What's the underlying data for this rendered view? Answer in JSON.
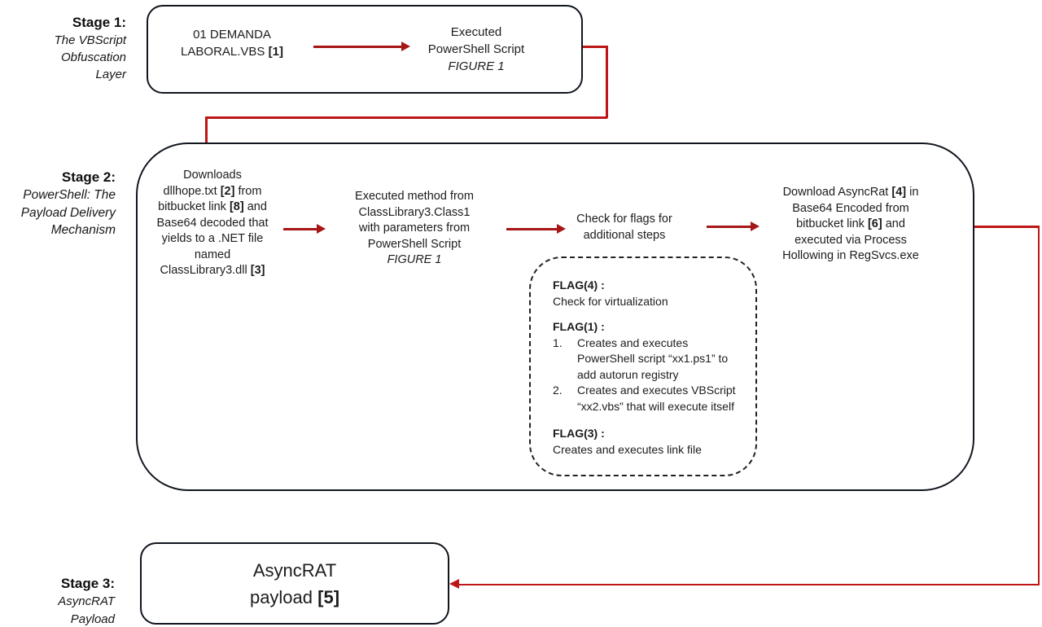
{
  "colors": {
    "background": "#ffffff",
    "box_border": "#10151e",
    "text": "#1c1c1c",
    "arrow_red": "#A61616",
    "connector_red": "#BD1616",
    "dashed_border": "#222222"
  },
  "stage1": {
    "label_title": "Stage 1:",
    "label_lines": [
      "The VBScript",
      "Obfuscation",
      "Layer"
    ],
    "vbs_node_lines": [
      "01 DEMANDA",
      "LABORAL.VBS **[1]**"
    ],
    "exec_node_lines": [
      "Executed",
      "PowerShell Script",
      "*FIGURE 1*"
    ]
  },
  "stage2": {
    "label_title": "Stage 2:",
    "label_lines": [
      "PowerShell: The",
      "Payload Delivery",
      "Mechanism"
    ],
    "download_node_lines": [
      "Downloads",
      "dllhope.txt **[2]** from",
      "bitbucket link **[8]** and",
      "Base64 decoded that",
      "yields to a .NET file",
      "named",
      "ClassLibrary3.dll **[3]**"
    ],
    "method_node_lines": [
      "Executed method from",
      "ClassLibrary3.Class1",
      "with parameters from",
      "PowerShell Script",
      "*FIGURE 1*"
    ],
    "flags_node_lines": [
      "Check for flags for",
      "additional steps"
    ],
    "asyncrat_node_lines": [
      "Download AsyncRat **[4]** in",
      "Base64 Encoded from",
      "bitbucket link **[6]** and",
      "executed via Process",
      "Hollowing in RegSvcs.exe"
    ],
    "flags_box": {
      "flag4_title": "FLAG(4) :",
      "flag4_desc": "Check for virtualization",
      "flag1_title": "FLAG(1) :",
      "flag1_items": [
        {
          "num": "1.",
          "text": "Creates and executes PowerShell script “xx1.ps1” to add autorun registry"
        },
        {
          "num": "2.",
          "text": "Creates and executes VBScript “xx2.vbs” that will execute itself"
        }
      ],
      "flag3_title": "FLAG(3) :",
      "flag3_desc": "Creates and executes link file"
    }
  },
  "stage3": {
    "label_title": "Stage 3:",
    "label_lines": [
      "AsyncRAT",
      "Payload"
    ],
    "payload_node_lines": [
      "AsyncRAT",
      "payload **[5]**"
    ]
  }
}
